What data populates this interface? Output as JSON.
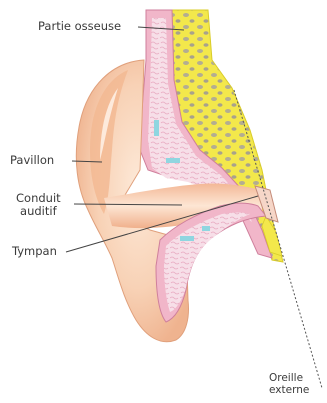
{
  "labels": {
    "partie_osseuse": "Partie osseuse",
    "pavillon": "Pavillon",
    "conduit_line1": "Conduit",
    "conduit_line2": "auditif",
    "tympan": "Tympan",
    "oreille_line1": "Oreille",
    "oreille_line2": "externe"
  },
  "colors": {
    "bone_yellow": "#f3e84b",
    "bone_spot": "#a8a28c",
    "tissue_pink": "#f1b6c9",
    "tissue_inner": "#f7dfe8",
    "skin": "#f6c8a8",
    "skin_light": "#fbe4d2",
    "skin_shadow": "#e9a07a",
    "canal_blue": "#8fd6e0",
    "leader_line": "#444444"
  }
}
